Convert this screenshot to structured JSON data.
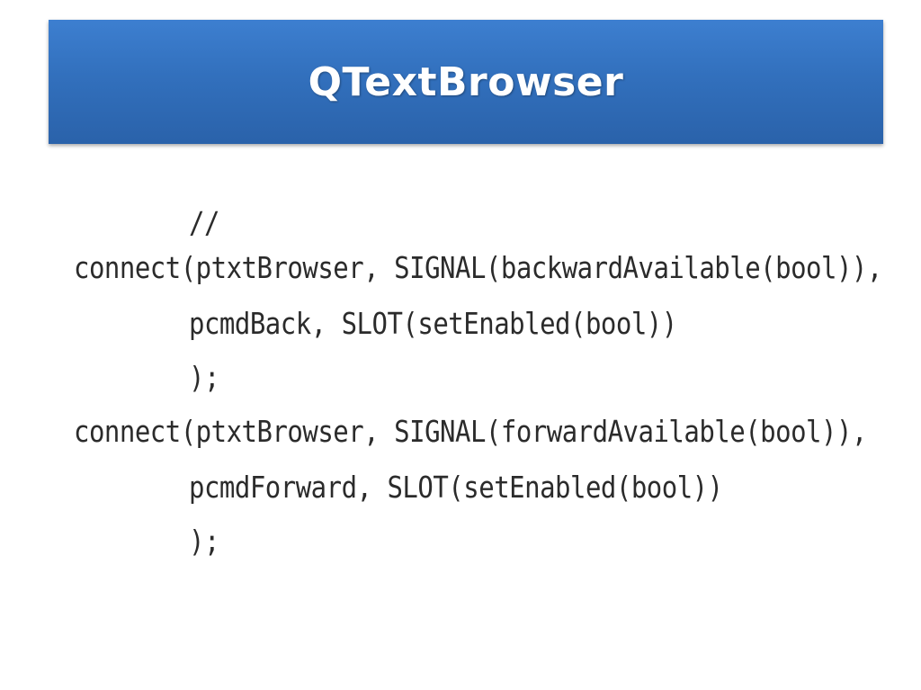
{
  "slide": {
    "title": "QTextBrowser"
  },
  "code": {
    "lines": [
      "//",
      "connect(ptxtBrowser, SIGNAL(backwardAvailable(bool)),",
      "pcmdBack, SLOT(setEnabled(bool))",
      ");",
      "connect(ptxtBrowser, SIGNAL(forwardAvailable(bool)),",
      "pcmdForward, SLOT(setEnabled(bool))",
      ");"
    ]
  }
}
